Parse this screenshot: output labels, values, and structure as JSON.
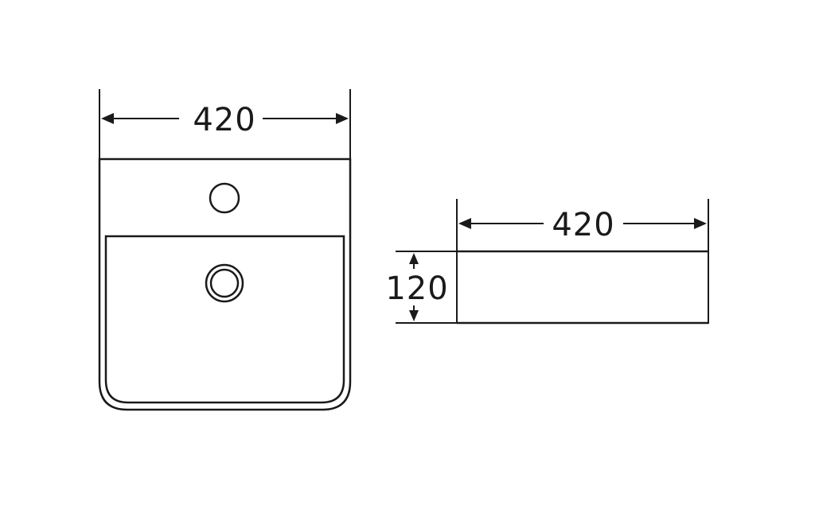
{
  "diagram": {
    "top_view": {
      "width_label": "420"
    },
    "side_view": {
      "width_label": "420",
      "height_label": "120"
    },
    "colors": {
      "stroke": "#1a1a1a",
      "background": "#ffffff"
    }
  }
}
